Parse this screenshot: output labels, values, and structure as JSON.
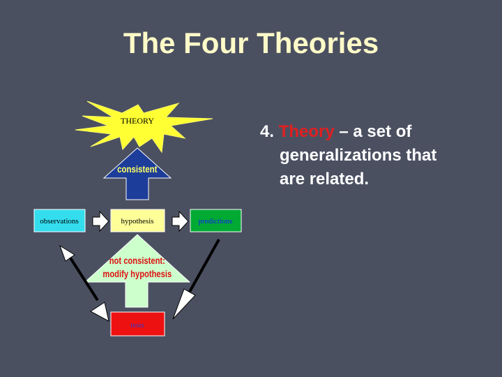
{
  "slide": {
    "title": "The Four Theories"
  },
  "bullet": {
    "number": "4.",
    "term": "Theory",
    "line1_rest": " – a set of",
    "line2": "generalizations that",
    "line3": "are related."
  },
  "diagram": {
    "theory": "THEORY",
    "consistent": "consistent",
    "observations": "observations",
    "hypothesis": "hypothesis",
    "predictions": "predictions",
    "not_consistent_line1": "not consistent:",
    "not_consistent_line2": "modify hypothesis",
    "tests": "tests",
    "colors": {
      "starburst": "#ffff33",
      "consistent_arrow": "#1c3d99",
      "observations_box": "#33ddee",
      "hypothesis_box": "#ffff99",
      "predictions_box": "#00aa33",
      "modify_arrow": "#ccffcc",
      "tests_box": "#ee1111"
    }
  }
}
